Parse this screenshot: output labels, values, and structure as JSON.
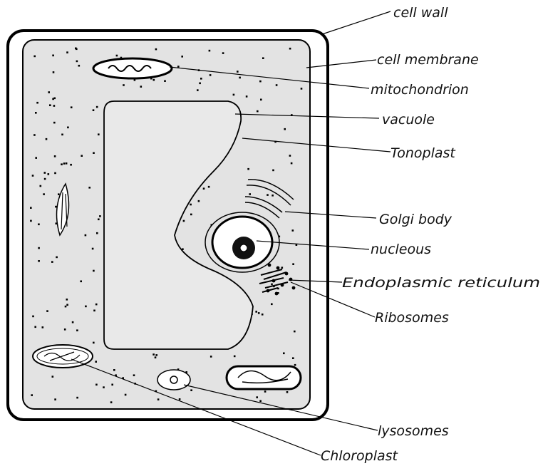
{
  "colors": {
    "line": "#000000",
    "cytoplasm": "#e3e3e3",
    "vacuole": "#e9e9e9",
    "background": "#ffffff"
  },
  "labels": {
    "cell_wall": "cell wall",
    "cell_membrane": "cell membrane",
    "mitochondrion": "mitochondrion",
    "vacuole": "vacuole",
    "tonoplast": "Tonoplast",
    "golgi_body": "Golgi body",
    "nucleus": "nucleous",
    "endoplasmic_reticulum": "Endoplasmic reticulum",
    "ribosomes": "Ribosomes",
    "lysosomes": "lysosomes",
    "chloroplast": "Chloroplast"
  }
}
